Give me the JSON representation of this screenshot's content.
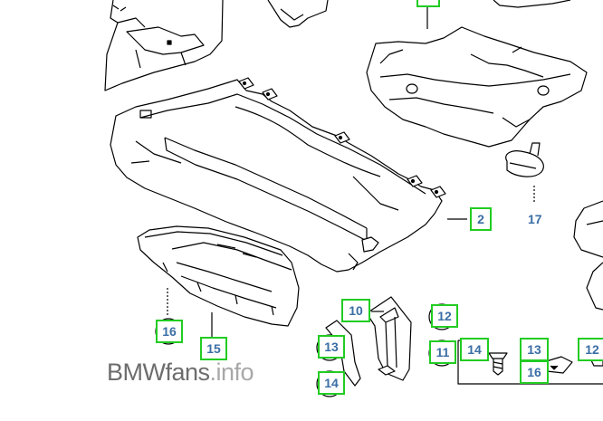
{
  "watermark": {
    "brand": "BMWfans",
    "suffix": ".info"
  },
  "callouts": [
    {
      "id": "c-top",
      "label": ""
    },
    {
      "id": "c2",
      "label": "2"
    },
    {
      "id": "c10",
      "label": "10"
    },
    {
      "id": "c12a",
      "label": "12"
    },
    {
      "id": "c11",
      "label": "11"
    },
    {
      "id": "c14a",
      "label": "14"
    },
    {
      "id": "c13a",
      "label": "13"
    },
    {
      "id": "c12b",
      "label": "12"
    },
    {
      "id": "c16a",
      "label": "16"
    },
    {
      "id": "c15",
      "label": "15"
    },
    {
      "id": "c13b",
      "label": "13"
    },
    {
      "id": "c14b",
      "label": "14"
    },
    {
      "id": "c16b",
      "label": "16"
    }
  ],
  "plain_labels": {
    "part17": "17"
  },
  "colors": {
    "callout_border": "#22cc22",
    "callout_text": "#3a6ea5",
    "line": "#000000"
  }
}
